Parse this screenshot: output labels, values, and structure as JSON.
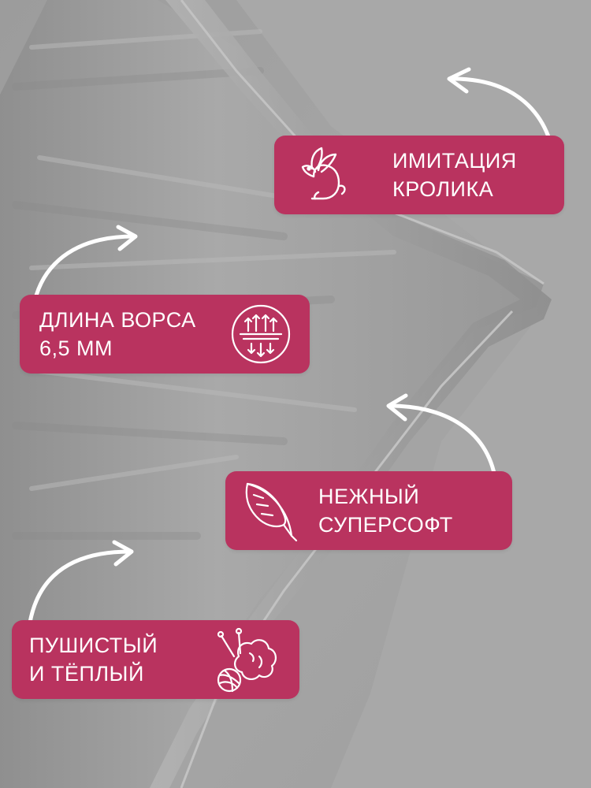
{
  "features": [
    {
      "line1": "ИМИТАЦИЯ",
      "line2": "КРОЛИКА",
      "icon": "rabbit-icon"
    },
    {
      "line1": "ДЛИНА ВОРСА",
      "line2": "6,5 ММ",
      "icon": "pile-length-icon"
    },
    {
      "line1": "НЕЖНЫЙ",
      "line2": "СУПЕРСОФТ",
      "icon": "feather-icon"
    },
    {
      "line1": "ПУШИСТЫЙ",
      "line2": "И ТЁПЛЫЙ",
      "icon": "yarn-ball-icon"
    }
  ],
  "colors": {
    "badge": "#b9335f",
    "text": "#ffffff",
    "fabric": "#a3a3a3"
  }
}
